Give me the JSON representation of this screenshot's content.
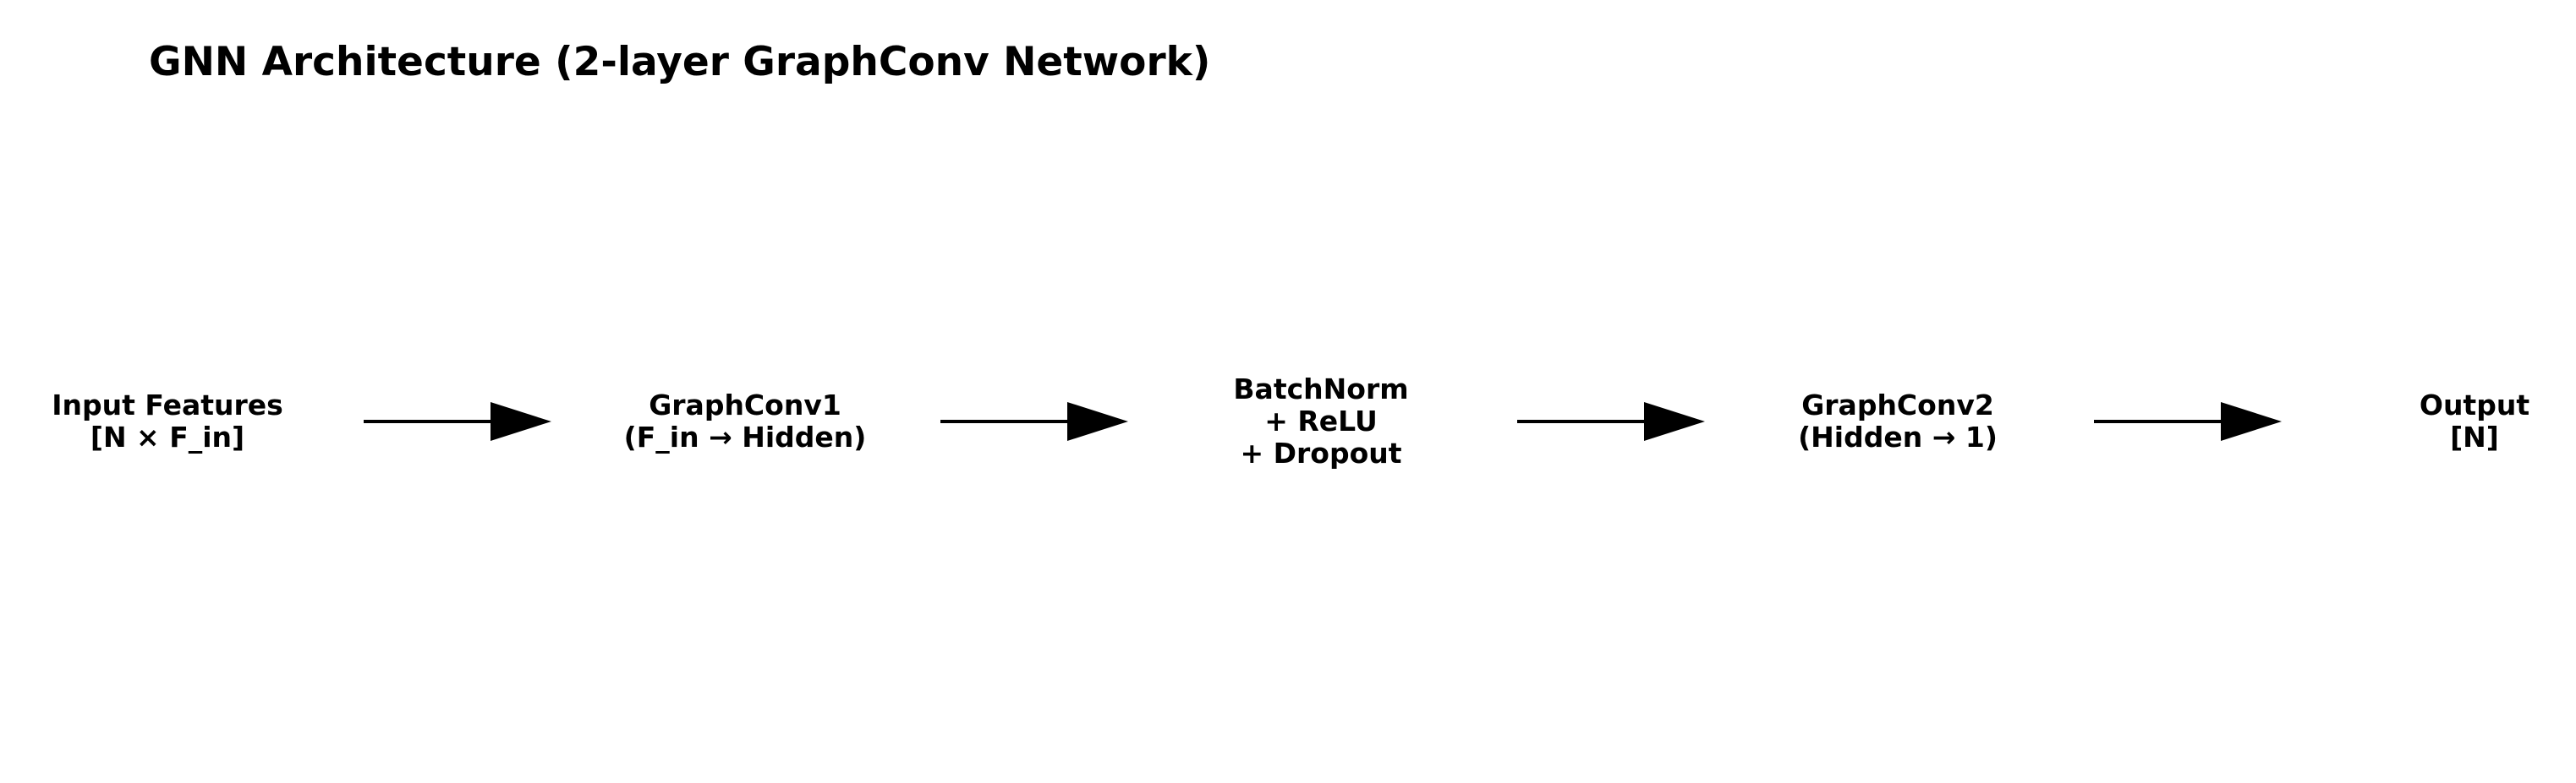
{
  "title": "GNN Architecture (2-layer GraphConv Network)",
  "nodes": [
    {
      "id": "input",
      "lines": [
        "Input Features",
        "[N × F_in]"
      ]
    },
    {
      "id": "graphconv1",
      "lines": [
        "GraphConv1",
        "(F_in → Hidden)"
      ]
    },
    {
      "id": "batchnorm",
      "lines": [
        "BatchNorm",
        "+ ReLU",
        "+ Dropout"
      ]
    },
    {
      "id": "graphconv2",
      "lines": [
        "GraphConv2",
        "(Hidden → 1)"
      ]
    },
    {
      "id": "output",
      "lines": [
        "Output",
        "[N]"
      ]
    }
  ],
  "edges": [
    {
      "from": "input",
      "to": "graphconv1"
    },
    {
      "from": "graphconv1",
      "to": "batchnorm"
    },
    {
      "from": "batchnorm",
      "to": "graphconv2"
    },
    {
      "from": "graphconv2",
      "to": "output"
    }
  ],
  "colors": {
    "text": "#000000",
    "arrow": "#000000",
    "background": "#ffffff"
  }
}
